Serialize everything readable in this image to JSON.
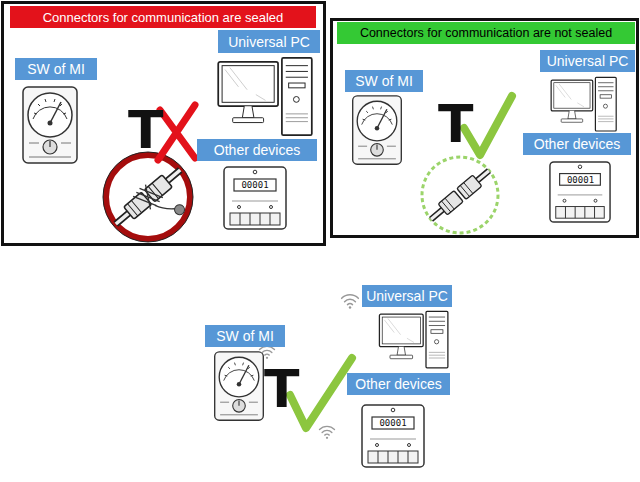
{
  "diagram": {
    "nodes": [
      {
        "text": [
          "Connectors for communication are sealed"
        ]
      },
      {
        "text": [
          "SW of MI"
        ],
        "in": 0
      },
      {
        "text": [
          "Universal PC"
        ],
        "in": 0
      },
      {
        "text": [
          "Other devices"
        ],
        "in": 0
      },
      {
        "text": [
          "Connectors for communication are not sealed"
        ]
      },
      {
        "text": [
          "SW of MI"
        ],
        "in": 4
      },
      {
        "text": [
          "Universal PC"
        ],
        "in": 4
      },
      {
        "text": [
          "Other devices"
        ],
        "in": 4
      },
      {
        "text": [
          "Universal PC"
        ]
      },
      {
        "text": [
          "SW of MI"
        ]
      },
      {
        "text": [
          "Other devices"
        ]
      }
    ],
    "labels": [
      "T",
      "00001",
      "T",
      "00001",
      "T",
      "00001"
    ]
  }
}
